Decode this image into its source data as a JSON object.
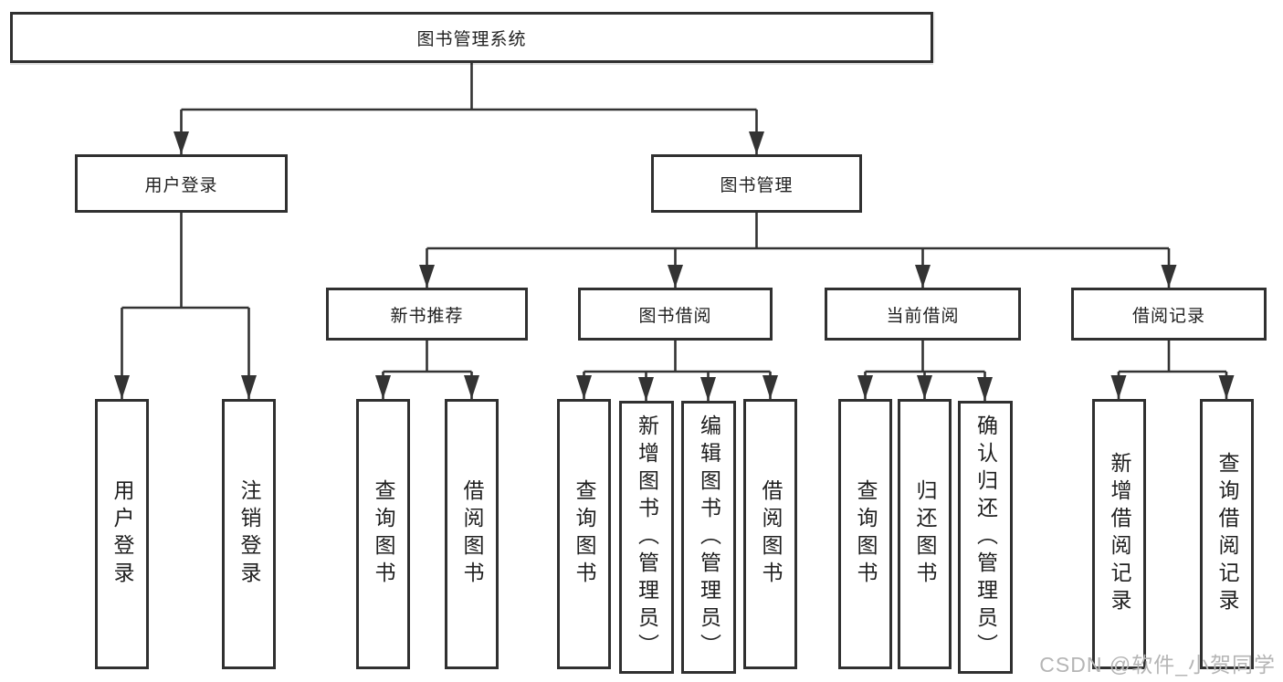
{
  "diagram_type": "tree",
  "tree": {
    "root": "图书管理系统",
    "children": [
      {
        "label": "用户登录",
        "children": [
          "用户登录",
          "注销登录"
        ]
      },
      {
        "label": "图书管理",
        "children": [
          {
            "label": "新书推荐",
            "children": [
              "查询图书",
              "借阅图书"
            ]
          },
          {
            "label": "图书借阅",
            "children": [
              "查询图书",
              "新增图书（管理员）",
              "编辑图书（管理员）",
              "借阅图书"
            ]
          },
          {
            "label": "当前借阅",
            "children": [
              "查询图书",
              "归还图书",
              "确认归还（管理员）"
            ]
          },
          {
            "label": "借阅记录",
            "children": [
              "新增借阅记录",
              "查询借阅记录"
            ]
          }
        ]
      }
    ]
  },
  "watermark": {
    "text": "CSDN @软件_小贺同学"
  },
  "colors": {
    "line": "#333333",
    "border": "#303030",
    "text": "#1f1f1f",
    "watermark": "#b5b5b5",
    "background": "#ffffff"
  }
}
